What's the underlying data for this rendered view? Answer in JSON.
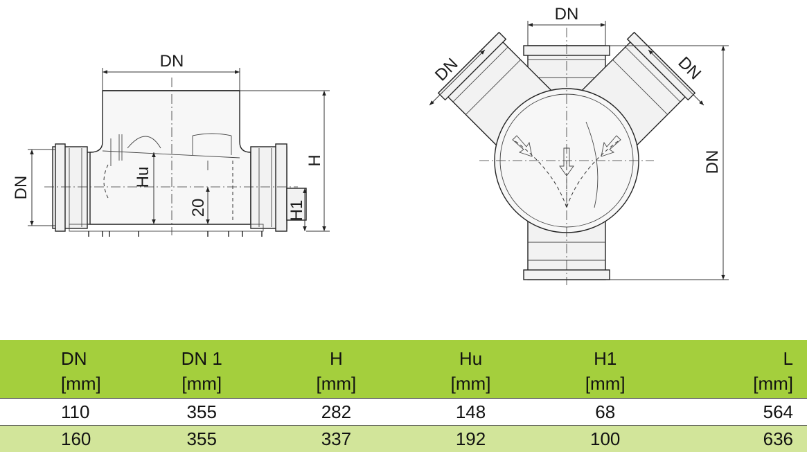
{
  "left_view": {
    "dim_top": "DN",
    "dim_left": "DN",
    "dim_height": "H",
    "dim_hu": "Hu",
    "dim_20": "20",
    "dim_h1": "H1"
  },
  "right_view": {
    "dim_top": "DN",
    "dim_upper_left": "DN",
    "dim_upper_right": "DN",
    "dim_right": "DN"
  },
  "table": {
    "headers": [
      {
        "name": "DN",
        "unit": "[mm]"
      },
      {
        "name": "DN 1",
        "unit": "[mm]"
      },
      {
        "name": "H",
        "unit": "[mm]"
      },
      {
        "name": "Hu",
        "unit": "[mm]"
      },
      {
        "name": "H1",
        "unit": "[mm]"
      },
      {
        "name": "L",
        "unit": "[mm]"
      }
    ],
    "rows": [
      [
        "110",
        "355",
        "282",
        "148",
        "68",
        "564"
      ],
      [
        "160",
        "355",
        "337",
        "192",
        "100",
        "636"
      ]
    ]
  },
  "colors": {
    "header_green": "#a4cf3d",
    "row_light_green": "#d2e59a"
  }
}
